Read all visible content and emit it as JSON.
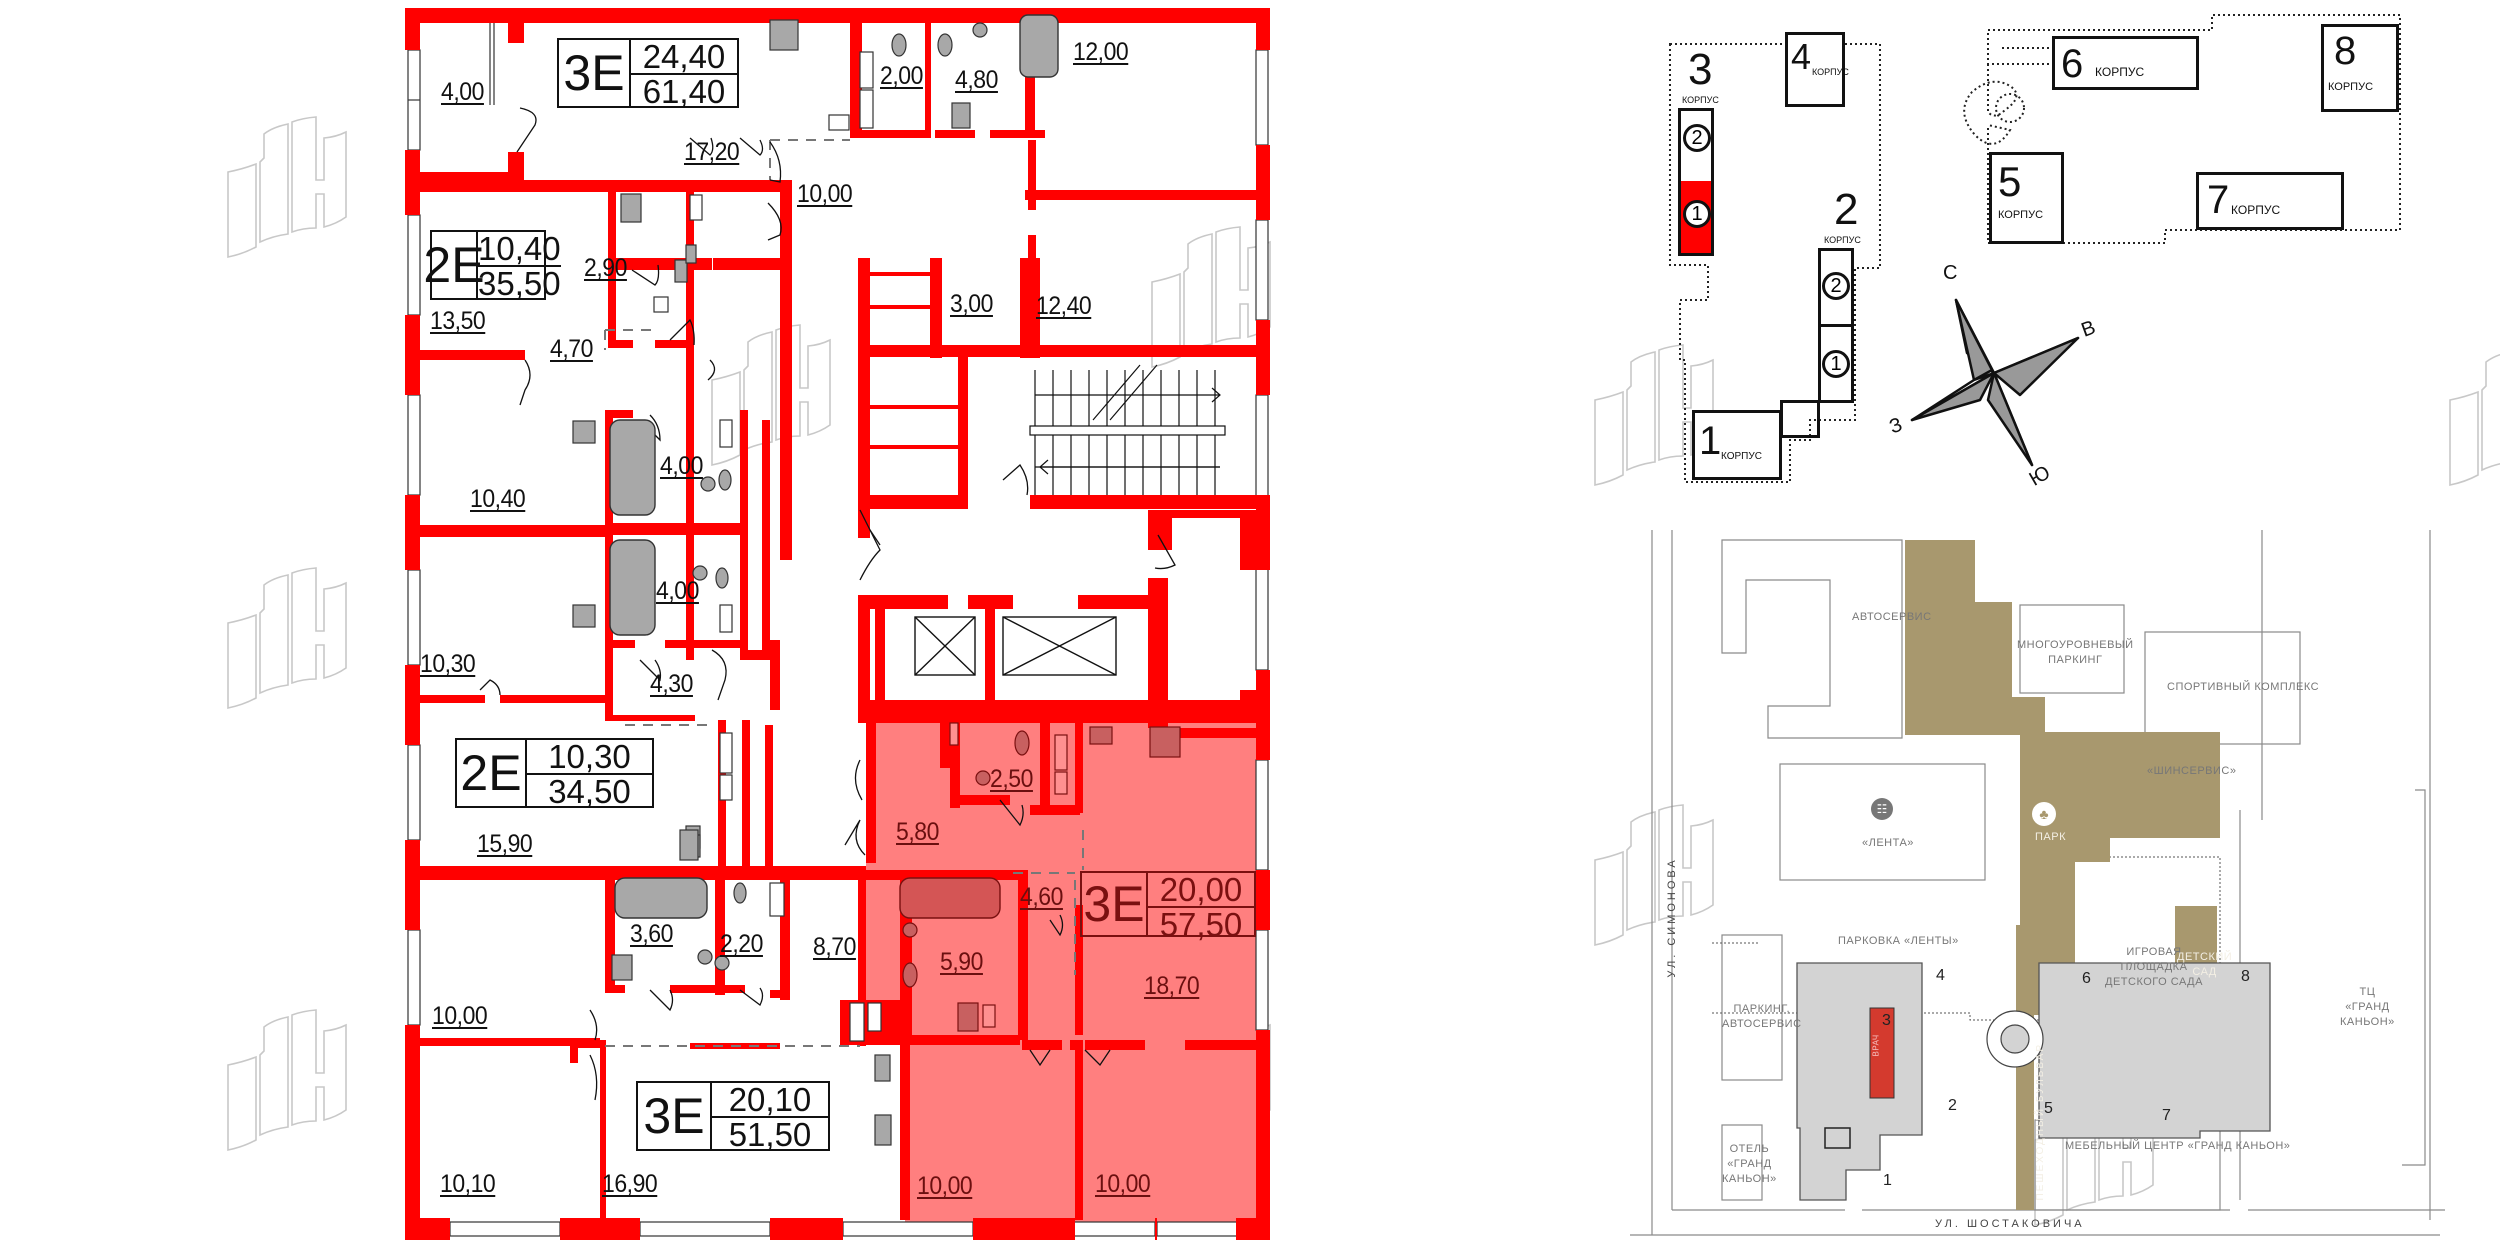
{
  "colors": {
    "wall": "#ff0000",
    "selected_fill": "#ff7f7f",
    "selected_text": "#7a1010",
    "fixture_gray": "#a8a8a8",
    "park_gold": "#a8986e",
    "site_building_gray": "#d3d3d3",
    "watermark_gray": "#bdbdbd"
  },
  "floor_plan": {
    "apartments": [
      {
        "id": "apt-top-left",
        "type": "3E",
        "living_area": "24,40",
        "total_area": "61,40",
        "selected": false
      },
      {
        "id": "apt-2e-upper",
        "type": "2E",
        "living_area": "10,40",
        "total_area": "35,50",
        "selected": false
      },
      {
        "id": "apt-2e-lower",
        "type": "2E",
        "living_area": "10,30",
        "total_area": "34,50",
        "selected": false
      },
      {
        "id": "apt-3e-selected",
        "type": "3E",
        "living_area": "20,00",
        "total_area": "57,50",
        "selected": true
      },
      {
        "id": "apt-3e-bottom",
        "type": "3E",
        "living_area": "20,10",
        "total_area": "51,50",
        "selected": false
      }
    ],
    "rooms": {
      "r_4_00_balcony": "4,00",
      "r_17_20": "17,20",
      "r_2_00": "2,00",
      "r_4_80": "4,80",
      "r_12_00": "12,00",
      "r_10_00_hall": "10,00",
      "r_13_50": "13,50",
      "r_2_90": "2,90",
      "r_3_00": "3,00",
      "r_12_40": "12,40",
      "r_4_70": "4,70",
      "r_4_00_bath_a": "4,00",
      "r_10_40": "10,40",
      "r_4_00_bath_b": "4,00",
      "r_10_30": "10,30",
      "r_4_30": "4,30",
      "r_15_90": "15,90",
      "r_2_50": "2,50",
      "r_5_80": "5,80",
      "r_4_60": "4,60",
      "r_5_90": "5,90",
      "r_18_70": "18,70",
      "r_3_60": "3,60",
      "r_2_20": "2,20",
      "r_8_70": "8,70",
      "r_10_00_left": "10,00",
      "r_10_10": "10,10",
      "r_16_90": "16,90",
      "r_10_00_sel_a": "10,00",
      "r_10_00_sel_b": "10,00"
    }
  },
  "building_key": {
    "korpus_word": "КОРПУС",
    "buildings": [
      {
        "num": "1",
        "label": "КОРПУС"
      },
      {
        "num": "2",
        "label": "КОРПУС",
        "sections": [
          "2",
          "1"
        ]
      },
      {
        "num": "3",
        "label": "КОРПУС",
        "sections": [
          "2",
          "1"
        ],
        "selected_section": "1"
      },
      {
        "num": "4",
        "label": "КОРПУС"
      },
      {
        "num": "5",
        "label": "КОРПУС"
      },
      {
        "num": "6",
        "label": "КОРПУС"
      },
      {
        "num": "7",
        "label": "КОРПУС"
      },
      {
        "num": "8",
        "label": "КОРПУС"
      }
    ],
    "compass": {
      "north": "С",
      "east": "В",
      "south": "Ю",
      "west": "З"
    }
  },
  "site_map": {
    "labels": {
      "autoservice": "АВТОСЕРВИС",
      "multilevel_parking_1": "МНОГОУРОВНЕВЫЙ",
      "multilevel_parking_2": "ПАРКИНГ",
      "sports_complex": "СПОРТИВНЫЙ КОМПЛЕКС",
      "tire_service": "«ШИНСЕРВИС»",
      "lenta": "«ЛЕНТА»",
      "park": "ПАРК",
      "lenta_parking": "ПАРКОВКА «ЛЕНТЫ»",
      "playground_1": "ИГРОВАЯ",
      "playground_2": "ПЛОЩАДКА",
      "playground_3": "ДЕТСКОГО САДА",
      "kindergarten_1": "ДЕТСКИЙ",
      "kindergarten_2": "САД",
      "parking_autoservice_1": "ПАРКИНГ,",
      "parking_autoservice_2": "АВТОСЕРВИС",
      "hotel_1": "ОТЕЛЬ",
      "hotel_2": "«ГРАНД",
      "hotel_3": "КАНЬОН»",
      "furniture_center": "МЕБЕЛЬНЫЙ ЦЕНТР «ГРАНД КАНЬОН»",
      "mall_1": "ТЦ",
      "mall_2": "«ГРАНД",
      "mall_3": "КАНЬОН»",
      "boulevard": "ПЕШЕХОДНЫЙ БУЛЬВАР",
      "street_bottom": "УЛ. ШОСТАКОВИЧА",
      "street_left": "УЛ. СИМОНОВА",
      "doctor": "ВРАЧ"
    },
    "buildings": [
      {
        "num": "1",
        "label": "КОРПУС"
      },
      {
        "num": "2",
        "label": "КОРПУС"
      },
      {
        "num": "3",
        "label": "КОРПУС",
        "selected": true
      },
      {
        "num": "4",
        "label": "КОРПУС"
      },
      {
        "num": "5",
        "label": "КОРПУС"
      },
      {
        "num": "6",
        "label": "КОРПУС"
      },
      {
        "num": "7",
        "label": "КОРПУС"
      },
      {
        "num": "8",
        "label": "КОРПУС"
      }
    ]
  }
}
